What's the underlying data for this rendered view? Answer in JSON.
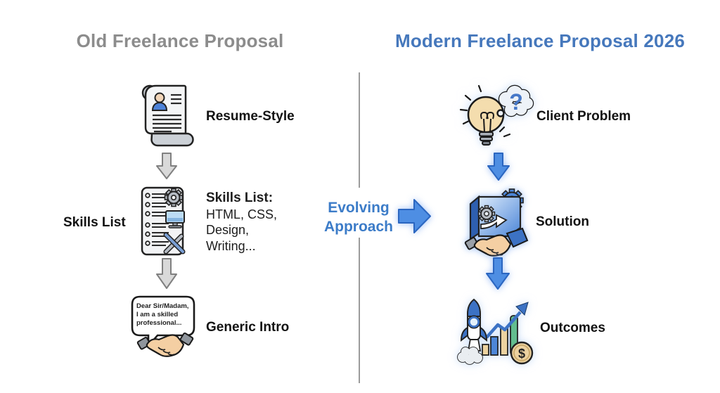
{
  "canvas": {
    "bg": "#ffffff"
  },
  "headers": {
    "old": "Old Freelance Proposal",
    "modern": "Modern Freelance Proposal 2026"
  },
  "old_column": {
    "step1": {
      "label": "Resume-Style"
    },
    "step2": {
      "side_label": "Skills List",
      "detail_title": "Skills List:",
      "detail_lines": [
        "HTML, CSS,",
        "Design,",
        "Writing..."
      ]
    },
    "step3": {
      "label": "Generic Intro",
      "bubble_lines": [
        "Dear Sir/Madam,",
        "I am a skilled",
        "professional..."
      ]
    }
  },
  "center": {
    "transition_line1": "Evolving",
    "transition_line2": "Approach"
  },
  "modern_column": {
    "step1": {
      "label": "Client Problem",
      "glyph": "?"
    },
    "step2": {
      "label": "Solution"
    },
    "step3": {
      "label": "Outcomes",
      "coin_symbol": "$"
    }
  },
  "colors": {
    "old_heading": "#8c8c8c",
    "modern_heading": "#4678bc",
    "evolving_text": "#3c7cc8",
    "label_text": "#121212",
    "gray_arrow_fill": "#d9d9d9",
    "gray_arrow_stroke": "#808080",
    "blue_arrow_fill": "#4e8ee3",
    "blue_arrow_stroke": "#2b66c0",
    "divider": "#9b9b9b"
  }
}
